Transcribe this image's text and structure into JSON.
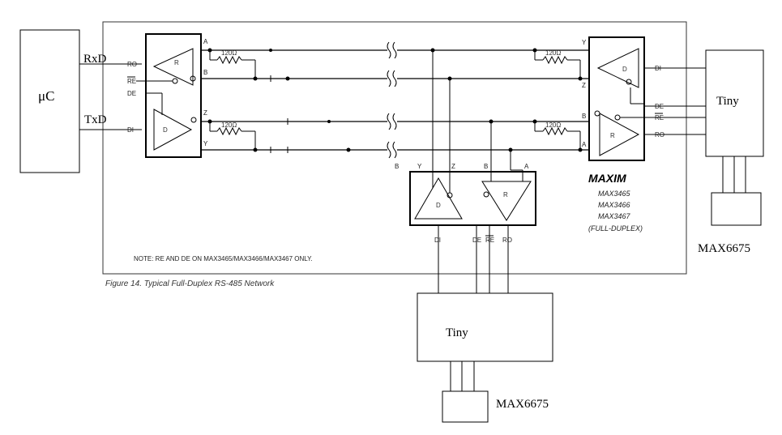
{
  "labels": {
    "uc": "μC",
    "rxd": "RxD",
    "txd": "TxD",
    "tiny_right": "Tiny",
    "tiny_bottom": "Tiny",
    "max6675_right": "MAX6675",
    "max6675_bottom": "MAX6675",
    "note": "NOTE: RE AND DE ON MAX3465/MAX3466/MAX3467 ONLY.",
    "caption": "Figure 14. Typical Full-Duplex RS-485 Network",
    "maxim_logo": "MAXIM",
    "part1": "MAX3465",
    "part2": "MAX3466",
    "part3": "MAX3467",
    "part4": "(FULL-DUPLEX)",
    "resistor": "120Ω"
  },
  "pins": {
    "ro": "RO",
    "re": "RE",
    "de": "DE",
    "di": "DI",
    "a": "A",
    "b": "B",
    "y": "Y",
    "z": "Z",
    "r": "R",
    "d": "D"
  }
}
